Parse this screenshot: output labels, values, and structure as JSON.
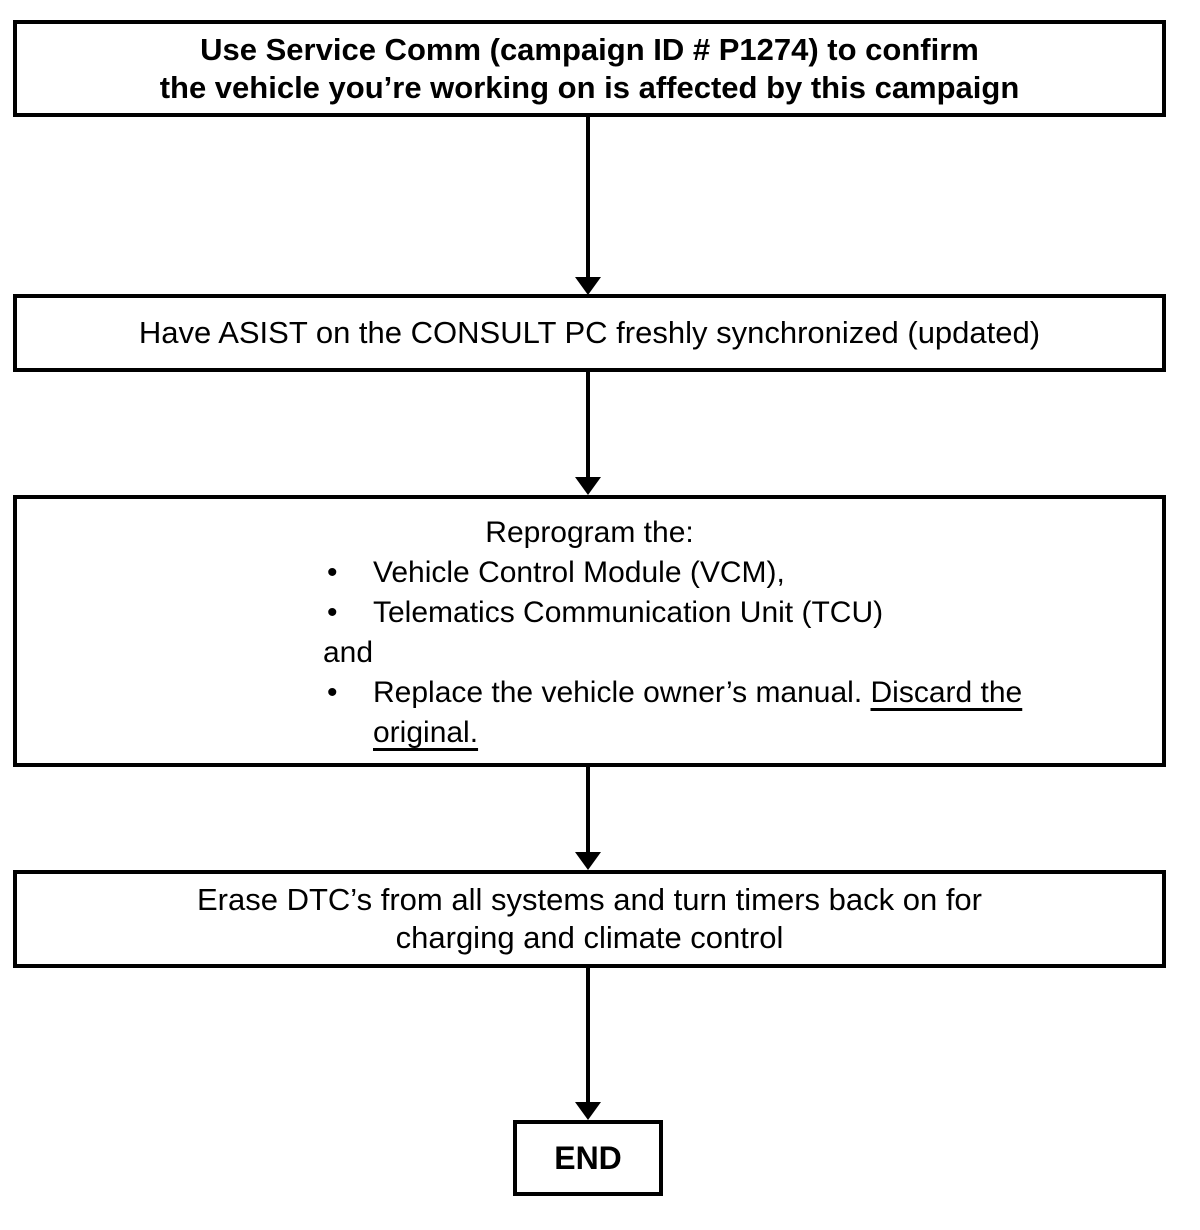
{
  "diagram": {
    "type": "flowchart",
    "colors": {
      "background": "#ffffff",
      "line": "#000000",
      "text": "#000000"
    },
    "bullet_glyph": "•",
    "steps": {
      "step1": {
        "line1": "Use Service Comm (campaign ID # P1274) to confirm",
        "line2": "the vehicle you’re working on is affected by this campaign"
      },
      "step2": {
        "text": "Have ASIST on the CONSULT PC freshly synchronized (updated)"
      },
      "step3": {
        "title": "Reprogram the:",
        "bullet1": "Vehicle Control Module (VCM),",
        "bullet2": "Telematics Communication Unit (TCU)",
        "connector": "and",
        "bullet3_text": "Replace the vehicle owner’s manual. ",
        "bullet3_underlined": "Discard the original."
      },
      "step4": {
        "line1": "Erase DTC’s from all systems and turn timers back on for",
        "line2": "charging and climate control"
      },
      "end": {
        "label": "END"
      }
    }
  }
}
